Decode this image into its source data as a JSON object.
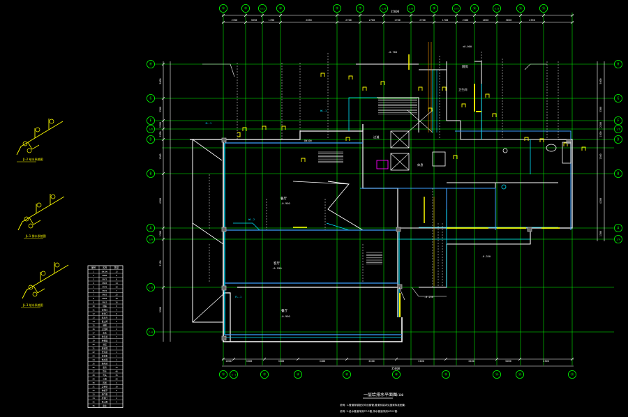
{
  "drawing": {
    "title": "一层给排水平面图",
    "scale": "1:100",
    "notes": [
      "说明: 1.管道穿楼板处均设套管,管道安装详见国家标准图集.",
      "说明: 2.给水管道采用PP-R管,排水管道采用UPVC管."
    ]
  },
  "axes": {
    "top": [
      "①",
      "②",
      "①/3",
      "④",
      "⑤",
      "⑦",
      "①/8",
      "①/8",
      "⑨",
      "①/9",
      "⑫",
      "①/3",
      "⑬",
      "⑮"
    ],
    "bottom": [
      "①",
      "①-1",
      "③",
      "④",
      "⑥",
      "⑧",
      "⑩",
      "⑫",
      "⑬",
      "⑮"
    ],
    "left": [
      "H",
      "G",
      "F",
      "1/D",
      "D",
      "B",
      "A",
      "1/A",
      "C-B",
      "C-A"
    ],
    "right": [
      "H",
      "G",
      "F",
      "1/D",
      "D",
      "B",
      "A",
      "1/A"
    ]
  },
  "dimensions": {
    "top_total": "35600",
    "top": [
      "2350",
      "3650",
      "1700",
      "2650",
      "2700",
      "2700",
      "1700",
      "2700",
      "1700",
      "2300",
      "2650",
      "3650",
      "2350"
    ],
    "bottom_total": "35600",
    "bottom": [
      "1000",
      "3300",
      "3300",
      "3400",
      "3400",
      "3400",
      "3400",
      "5000",
      "3300",
      "4300"
    ],
    "left": [
      "5000",
      "3300",
      "2200",
      "1500",
      "1300",
      "4200",
      "1300",
      "2100",
      "5500",
      "4200"
    ]
  },
  "rooms": [
    {
      "name": "餐厅",
      "level": "-0.950"
    },
    {
      "name": "客厅",
      "level": "-0.950"
    },
    {
      "name": "餐厅",
      "level": "-0.950"
    },
    {
      "name": "厨房",
      "level": ""
    },
    {
      "name": "卫生间",
      "level": ""
    },
    {
      "name": "休息",
      "level": ""
    },
    {
      "name": "过道",
      "level": ""
    }
  ],
  "annotations": [
    "JL-1",
    "WL-1",
    "WL-2",
    "FL-1",
    "DN100",
    "-0.350",
    "-0.250",
    "-0.700",
    "±0.000"
  ],
  "isometrics": [
    {
      "label": "JL-2 给水系统图"
    },
    {
      "label": "JL-1 排水系统图"
    },
    {
      "label": "JL-3 给水系统图"
    }
  ],
  "legend_table": {
    "headers": [
      "编号",
      "名称",
      "数量"
    ],
    "rows": [
      [
        "1",
        "DN100",
        "12"
      ],
      [
        "2",
        "DN80",
        "8"
      ],
      [
        "3",
        "DN75",
        "6"
      ],
      [
        "4",
        "DN50",
        "14"
      ],
      [
        "5",
        "DN40",
        "10"
      ],
      [
        "6",
        "DN32",
        "7"
      ],
      [
        "7",
        "DN25",
        "22"
      ],
      [
        "8",
        "DN20",
        "18"
      ],
      [
        "9",
        "DN15",
        "16"
      ],
      [
        "10",
        "地漏",
        "9"
      ],
      [
        "11",
        "清扫口",
        "4"
      ],
      [
        "12",
        "检查口",
        "6"
      ],
      [
        "13",
        "存水弯",
        "8"
      ],
      [
        "14",
        "截止阀",
        "5"
      ],
      [
        "15",
        "闸阀",
        "3"
      ],
      [
        "16",
        "止回阀",
        "2"
      ],
      [
        "17",
        "水表",
        "1"
      ],
      [
        "18",
        "洗手盆",
        "3"
      ],
      [
        "19",
        "坐便器",
        "3"
      ],
      [
        "20",
        "浴缸",
        "1"
      ],
      [
        "21",
        "淋浴器",
        "2"
      ],
      [
        "22",
        "洗涤盆",
        "1"
      ],
      [
        "23",
        "洗衣机",
        "1"
      ],
      [
        "24",
        "热水器",
        "1"
      ],
      [
        "25",
        "拖布池",
        "1"
      ],
      [
        "26",
        "套管",
        "12"
      ],
      [
        "27",
        "管卡",
        "40"
      ],
      [
        "28",
        "弯头",
        "36"
      ],
      [
        "29",
        "三通",
        "20"
      ],
      [
        "30",
        "四通",
        "4"
      ],
      [
        "31",
        "异径管",
        "10"
      ],
      [
        "32",
        "伸缩节",
        "6"
      ],
      [
        "33",
        "通气帽",
        "2"
      ],
      [
        "34",
        "检修口",
        "2"
      ],
      [
        "35",
        "防火圈",
        "4"
      ],
      [
        "36",
        "备注",
        "-"
      ]
    ]
  },
  "colors": {
    "background": "#000000",
    "grid": "#00ff00",
    "wall": "#ffffff",
    "water": "#00e5ff",
    "pipe_blue": "#3da0ff",
    "fixture": "#ffff00",
    "dim": "#ffffff",
    "highlight": "#ff00ff",
    "orange": "#ff9900"
  }
}
